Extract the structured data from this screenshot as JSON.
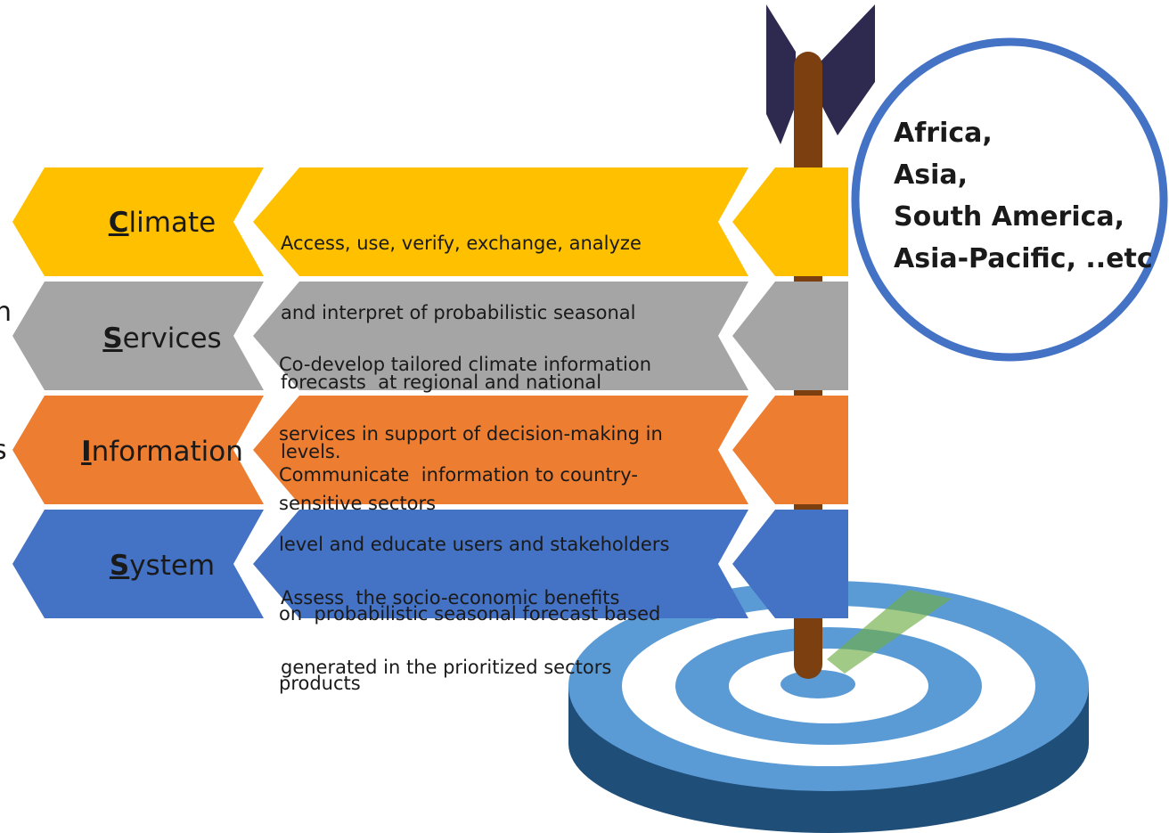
{
  "partial_letters": [
    "h",
    "s"
  ],
  "rows": [
    {
      "initial": "C",
      "rest": "limate",
      "color": "#FFC000",
      "description": [
        "Access, use, verify, exchange, analyze",
        "and interpret of probabilistic seasonal",
        "forecasts  at regional and national",
        "levels."
      ]
    },
    {
      "initial": "S",
      "rest": "ervices",
      "color": "#A5A5A5",
      "description": [
        "Co-develop tailored climate information",
        "services in support of decision-making in",
        "sensitive sectors"
      ]
    },
    {
      "initial": "I",
      "rest": "nformation",
      "color": "#ED7D31",
      "description": [
        "Communicate  information to country-",
        "level and educate users and stakeholders",
        "on  probabilistic seasonal forecast based",
        "products"
      ]
    },
    {
      "initial": "S",
      "rest": "ystem",
      "color": "#4472C4",
      "description": [
        "Assess  the socio-economic benefits",
        "generated in the prioritized sectors"
      ]
    }
  ],
  "regions": [
    "Africa,",
    "Asia,",
    "South America,",
    "Asia-Pacific, ..etc"
  ],
  "colors": {
    "circle_border": "#4472C4",
    "pole": "#7B3F10",
    "fletching": "#2E2A4F",
    "target_ring": "#5B9BD5",
    "target_side": "#1F4E79",
    "target_white": "#FFFFFF",
    "stripe": "#70AD47"
  }
}
